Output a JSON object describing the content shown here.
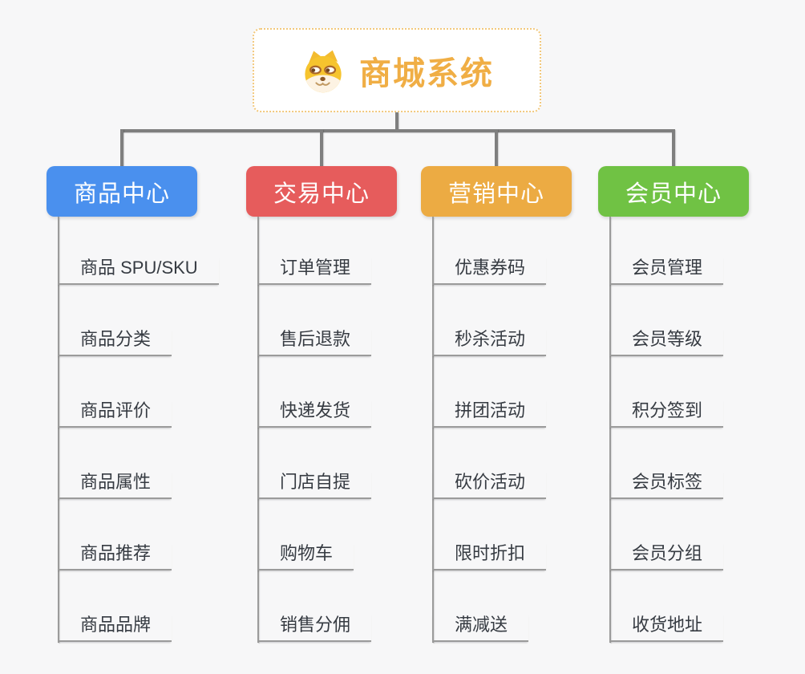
{
  "root": {
    "title": "商城系统",
    "icon": "doge-face-icon",
    "accent_color": "#f0ae45",
    "border_color": "#f2c87c"
  },
  "colors": {
    "background": "#f7f7f8",
    "connector": "#7f7f7f",
    "child_line": "#9b9b9b",
    "child_text": "#363b42"
  },
  "branches": [
    {
      "id": "product-center",
      "label": "商品中心",
      "color": "#4a90ee",
      "children": [
        "商品 SPU/SKU",
        "商品分类",
        "商品评价",
        "商品属性",
        "商品推荐",
        "商品品牌"
      ]
    },
    {
      "id": "trade-center",
      "label": "交易中心",
      "color": "#e65c5c",
      "children": [
        "订单管理",
        "售后退款",
        "快递发货",
        "门店自提",
        "购物车",
        "销售分佣"
      ]
    },
    {
      "id": "marketing-center",
      "label": "营销中心",
      "color": "#ecab43",
      "children": [
        "优惠券码",
        "秒杀活动",
        "拼团活动",
        "砍价活动",
        "限时折扣",
        "满减送"
      ]
    },
    {
      "id": "member-center",
      "label": "会员中心",
      "color": "#70c244",
      "children": [
        "会员管理",
        "会员等级",
        "积分签到",
        "会员标签",
        "会员分组",
        "收货地址"
      ]
    }
  ]
}
